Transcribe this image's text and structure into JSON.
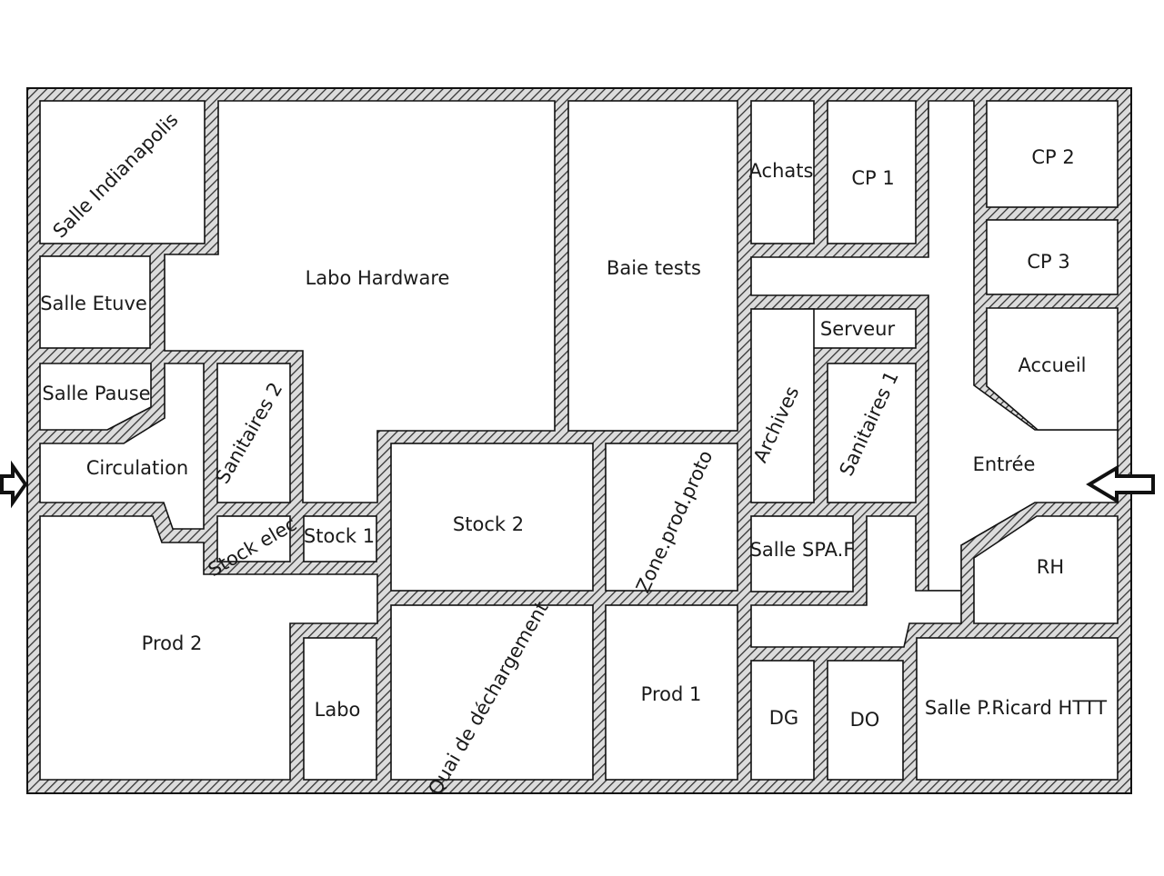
{
  "plan": {
    "rooms": {
      "salle_indianapolis": "Salle Indianapolis",
      "labo_hardware": "Labo Hardware",
      "baie_tests": "Baie tests",
      "achats": "Achats",
      "cp1": "CP 1",
      "cp2": "CP 2",
      "cp3": "CP 3",
      "salle_etuve": "Salle Etuve",
      "salle_pause": "Salle Pause",
      "serveur": "Serveur",
      "accueil": "Accueil",
      "circulation": "Circulation",
      "sanitaires2": "Sanitaires 2",
      "archives": "Archives",
      "sanitaires1": "Sanitaires 1",
      "entree": "Entrée",
      "stock_elec": "Stock elec",
      "stock1": "Stock 1",
      "stock2": "Stock 2",
      "zone_prod_proto": "Zone.prod.proto",
      "salle_spaf": "Salle SPA.F",
      "rh": "RH",
      "prod2": "Prod 2",
      "labo": "Labo",
      "quai_dechargement": "Quai de déchargement",
      "prod1": "Prod 1",
      "dg": "DG",
      "do": "DO",
      "salle_pricard": "Salle P.Ricard HTTT"
    },
    "arrows": {
      "left": "entrance-arrow-right-icon",
      "right": "entrance-arrow-left-icon"
    },
    "colors": {
      "wall_fill": "#dcdcdc",
      "wall_hatch": "#333333",
      "wall_outline": "#111111",
      "room_fill": "#ffffff",
      "text": "#1a1a1a"
    }
  }
}
